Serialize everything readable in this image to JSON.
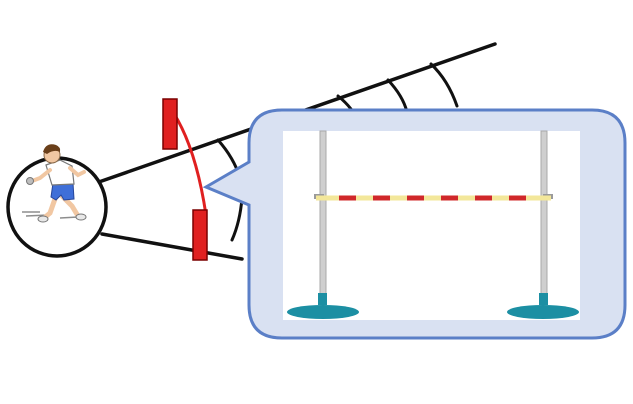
{
  "diagram": {
    "description_items": [
      "thrower-figure",
      "throwing-circle",
      "throwing-sector",
      "sector-arcs",
      "red-posts",
      "red-curve",
      "callout-bubble",
      "high-jump-stand"
    ],
    "colors": {
      "line": "#111111",
      "red": "#e02020",
      "red_stroke": "#7a0000",
      "bubble_fill": "#d9e1f2",
      "bubble_stroke": "#5b7fc7",
      "panel_fill": "#ffffff",
      "pole": "#c8c8c8",
      "pole_edge": "#a9a9a9",
      "base": "#1c8fa3",
      "bar_yellow": "#f3e79a",
      "bar_red": "#d0282a"
    }
  }
}
